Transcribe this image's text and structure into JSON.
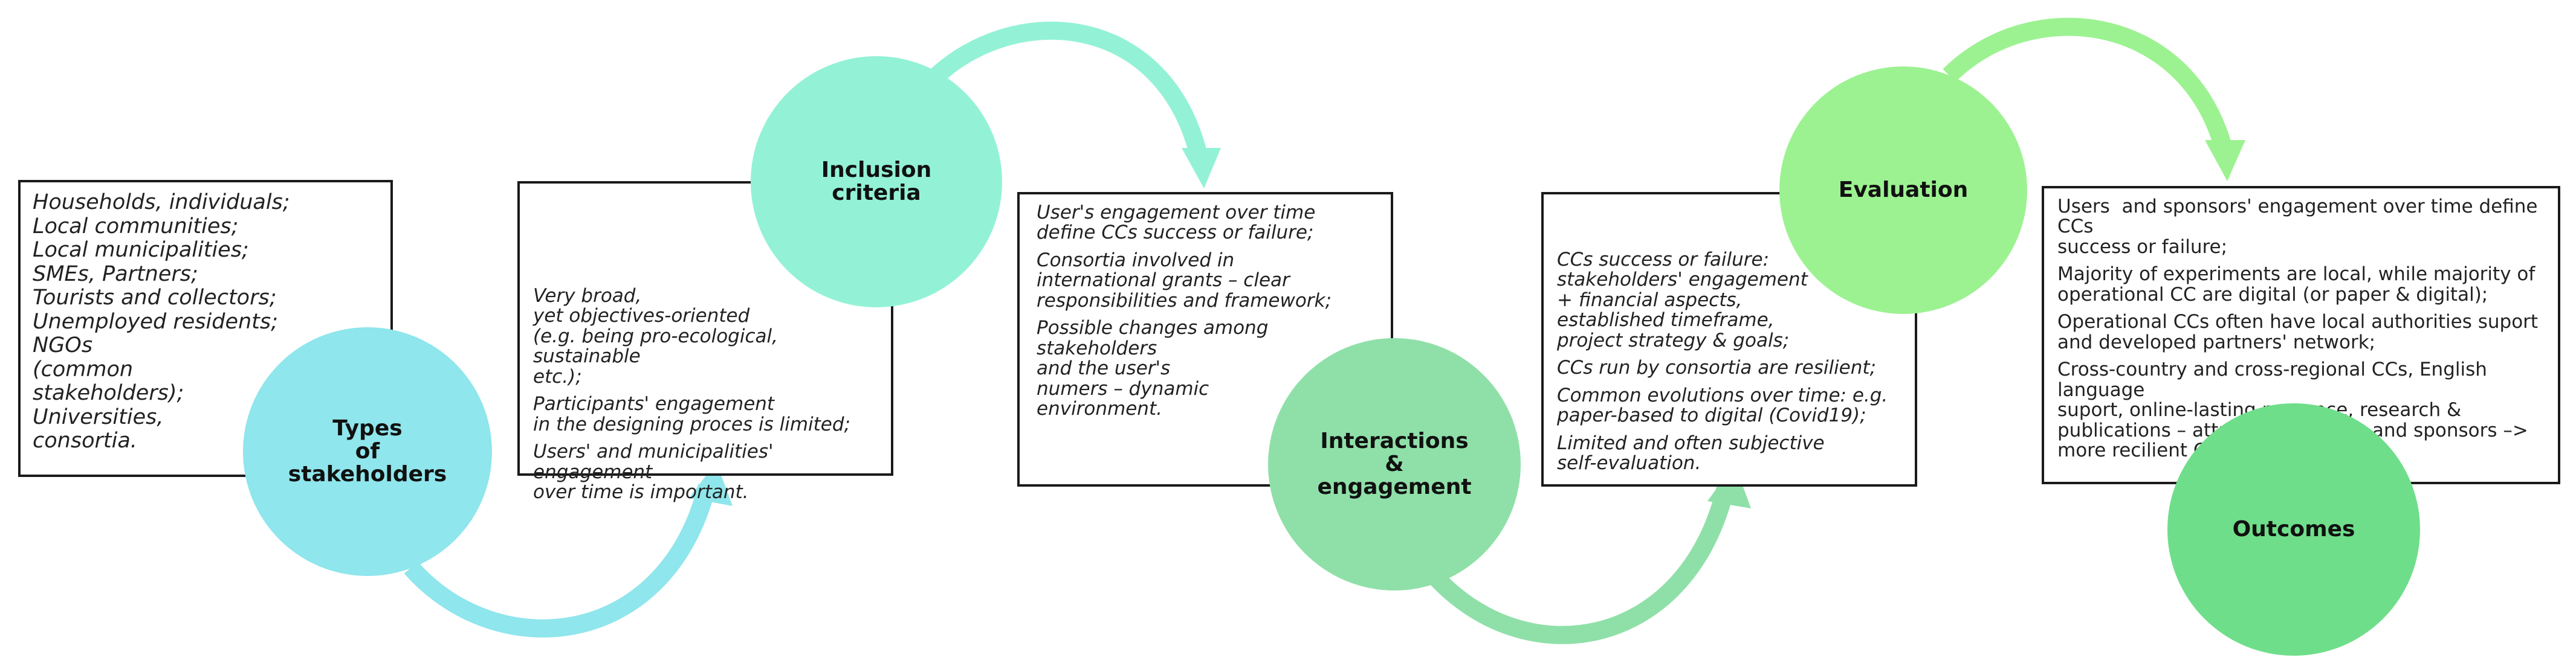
{
  "colors": {
    "stage1": "#8fe6ec",
    "stage2": "#93f2d6",
    "stage3": "#8fe0a8",
    "stage4": "#9cf291",
    "stage5": "#6fde8a",
    "border": "#1a1a1a"
  },
  "stages": [
    {
      "circle": "Types\nof\nstakeholders",
      "lines": [
        "Households, individuals;",
        "Local communities;",
        "Local municipalities;",
        "SMEs, Partners;",
        "Tourists and collectors;",
        "Unemployed residents;",
        "NGOs",
        "(common",
        "stakeholders);",
        "Universities,",
        "consortia."
      ]
    },
    {
      "circle": "Inclusion\ncriteria",
      "lines": [
        "Very broad,\nyet objectives-oriented\n(e.g. being pro-ecological, sustainable\netc.);",
        "Participants' engagement\nin the designing proces is limited;",
        "Users' and municipalities' engagement\nover time is important."
      ]
    },
    {
      "circle": "Interactions\n&\nengagement",
      "lines": [
        "User's engagement over time\ndefine CCs success or failure;",
        "Consortia involved in\ninternational grants – clear\nresponsibilities and framework;",
        "Possible changes among\nstakeholders\nand the user's\nnumers – dynamic\nenvironment."
      ]
    },
    {
      "circle": "Evaluation",
      "lines": [
        "CCs success or failure:\nstakeholders' engagement\n+ financial aspects,\nestablished timeframe,\nproject strategy & goals;",
        "CCs run by consortia are resilient;",
        "Common evolutions over time: e.g.\npaper-based to digital (Covid19);",
        "Limited and often subjective\nself-evaluation."
      ]
    },
    {
      "circle": "Outcomes",
      "lines": [
        "Users  and sponsors' engagement over time define CCs\nsuccess or failure;",
        "Majority of experiments are local, while majority of\noperational CC are digital (or paper & digital);",
        "Operational CCs often have local authorities suport\nand developed partners' network;",
        "Cross-country and cross-regional CCs, English language\nsuport, online-lasting presence, research &\npublications – attract more users and sponsors –>\nmore recilient CCs."
      ]
    }
  ]
}
